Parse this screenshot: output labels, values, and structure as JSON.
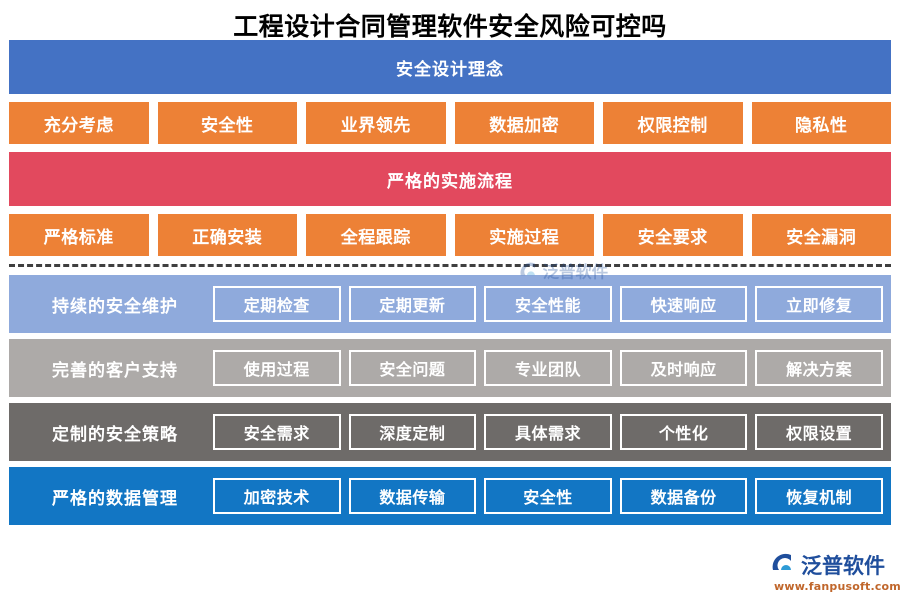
{
  "page": {
    "title": "工程设计合同管理软件安全风险可控吗"
  },
  "colors": {
    "concept_banner": "#4472C4",
    "process_banner": "#E2495E",
    "chip": "#ED8136",
    "row_maintenance": "#8FAADC",
    "row_support": "#ADAAA8",
    "row_policy": "#6E6B69",
    "row_data": "#1276C4",
    "divider": "#3F3F3F",
    "watermark_text": "#1F4E9C",
    "watermark_url": "#C0662B"
  },
  "top": {
    "concept": {
      "banner": "安全设计理念",
      "chips": [
        "充分考虑",
        "安全性",
        "业界领先",
        "数据加密",
        "权限控制",
        "隐私性"
      ]
    },
    "process": {
      "banner": "严格的实施流程",
      "chips": [
        "严格标准",
        "正确安装",
        "全程跟踪",
        "实施过程",
        "安全要求",
        "安全漏洞"
      ]
    }
  },
  "pillars": [
    {
      "label": "持续的安全维护",
      "items": [
        "定期检查",
        "定期更新",
        "安全性能",
        "快速响应",
        "立即修复"
      ]
    },
    {
      "label": "完善的客户支持",
      "items": [
        "使用过程",
        "安全问题",
        "专业团队",
        "及时响应",
        "解决方案"
      ]
    },
    {
      "label": "定制的安全策略",
      "items": [
        "安全需求",
        "深度定制",
        "具体需求",
        "个性化",
        "权限设置"
      ]
    },
    {
      "label": "严格的数据管理",
      "items": [
        "加密技术",
        "数据传输",
        "安全性",
        "数据备份",
        "恢复机制"
      ]
    }
  ],
  "watermark": {
    "brand": "泛普软件",
    "url": "www.fanpusoft.com"
  }
}
